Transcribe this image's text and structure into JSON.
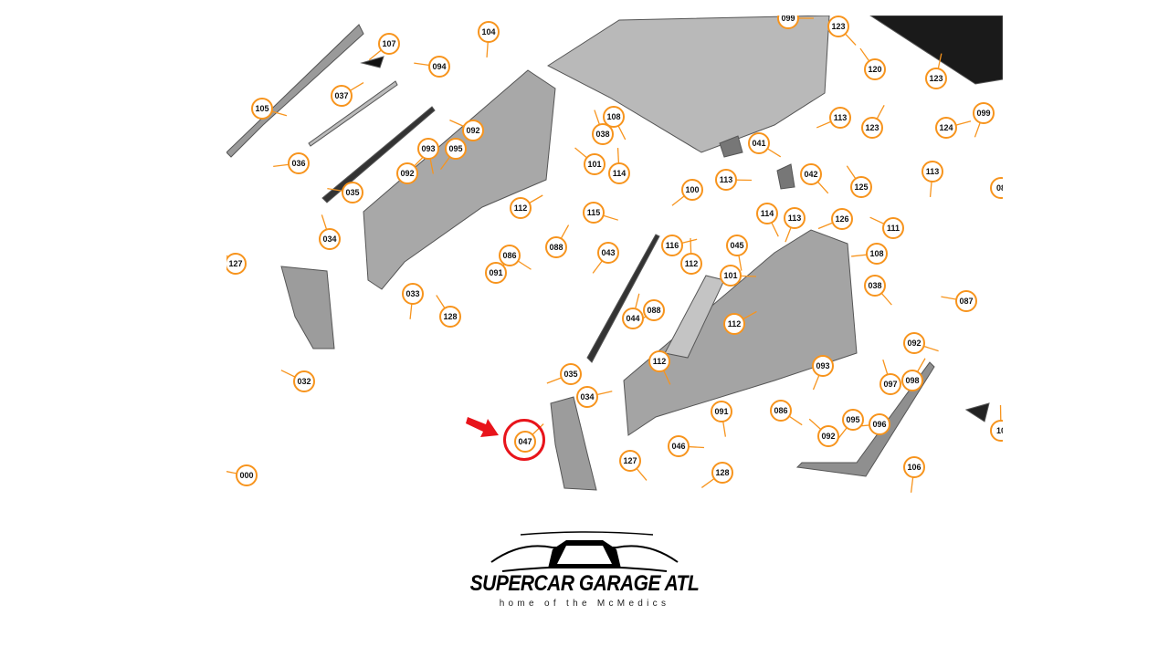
{
  "diagram": {
    "highlighted_part": "047",
    "accent_color": "#f7941d",
    "highlight_color": "#e8141b",
    "callouts": [
      "099",
      "123",
      "104",
      "107",
      "094",
      "120",
      "123",
      "037",
      "105",
      "108",
      "099",
      "113",
      "092",
      "038",
      "123",
      "124",
      "041",
      "093",
      "095",
      "036",
      "101",
      "114",
      "092",
      "113",
      "042",
      "113",
      "100",
      "035",
      "125",
      "08",
      "112",
      "115",
      "114",
      "113",
      "126",
      "111",
      "034",
      "088",
      "116",
      "086",
      "045",
      "043",
      "108",
      "127",
      "112",
      "091",
      "101",
      "038",
      "033",
      "088",
      "087",
      "128",
      "044",
      "112",
      "092",
      "112",
      "093",
      "035",
      "032",
      "097",
      "098",
      "034",
      "086",
      "091",
      "095",
      "096",
      "092",
      "10",
      "047",
      "046",
      "127",
      "106",
      "128",
      "000"
    ]
  },
  "logo": {
    "title": "SUPERCAR GARAGE ATL",
    "subtitle": "home of the McMedics"
  }
}
